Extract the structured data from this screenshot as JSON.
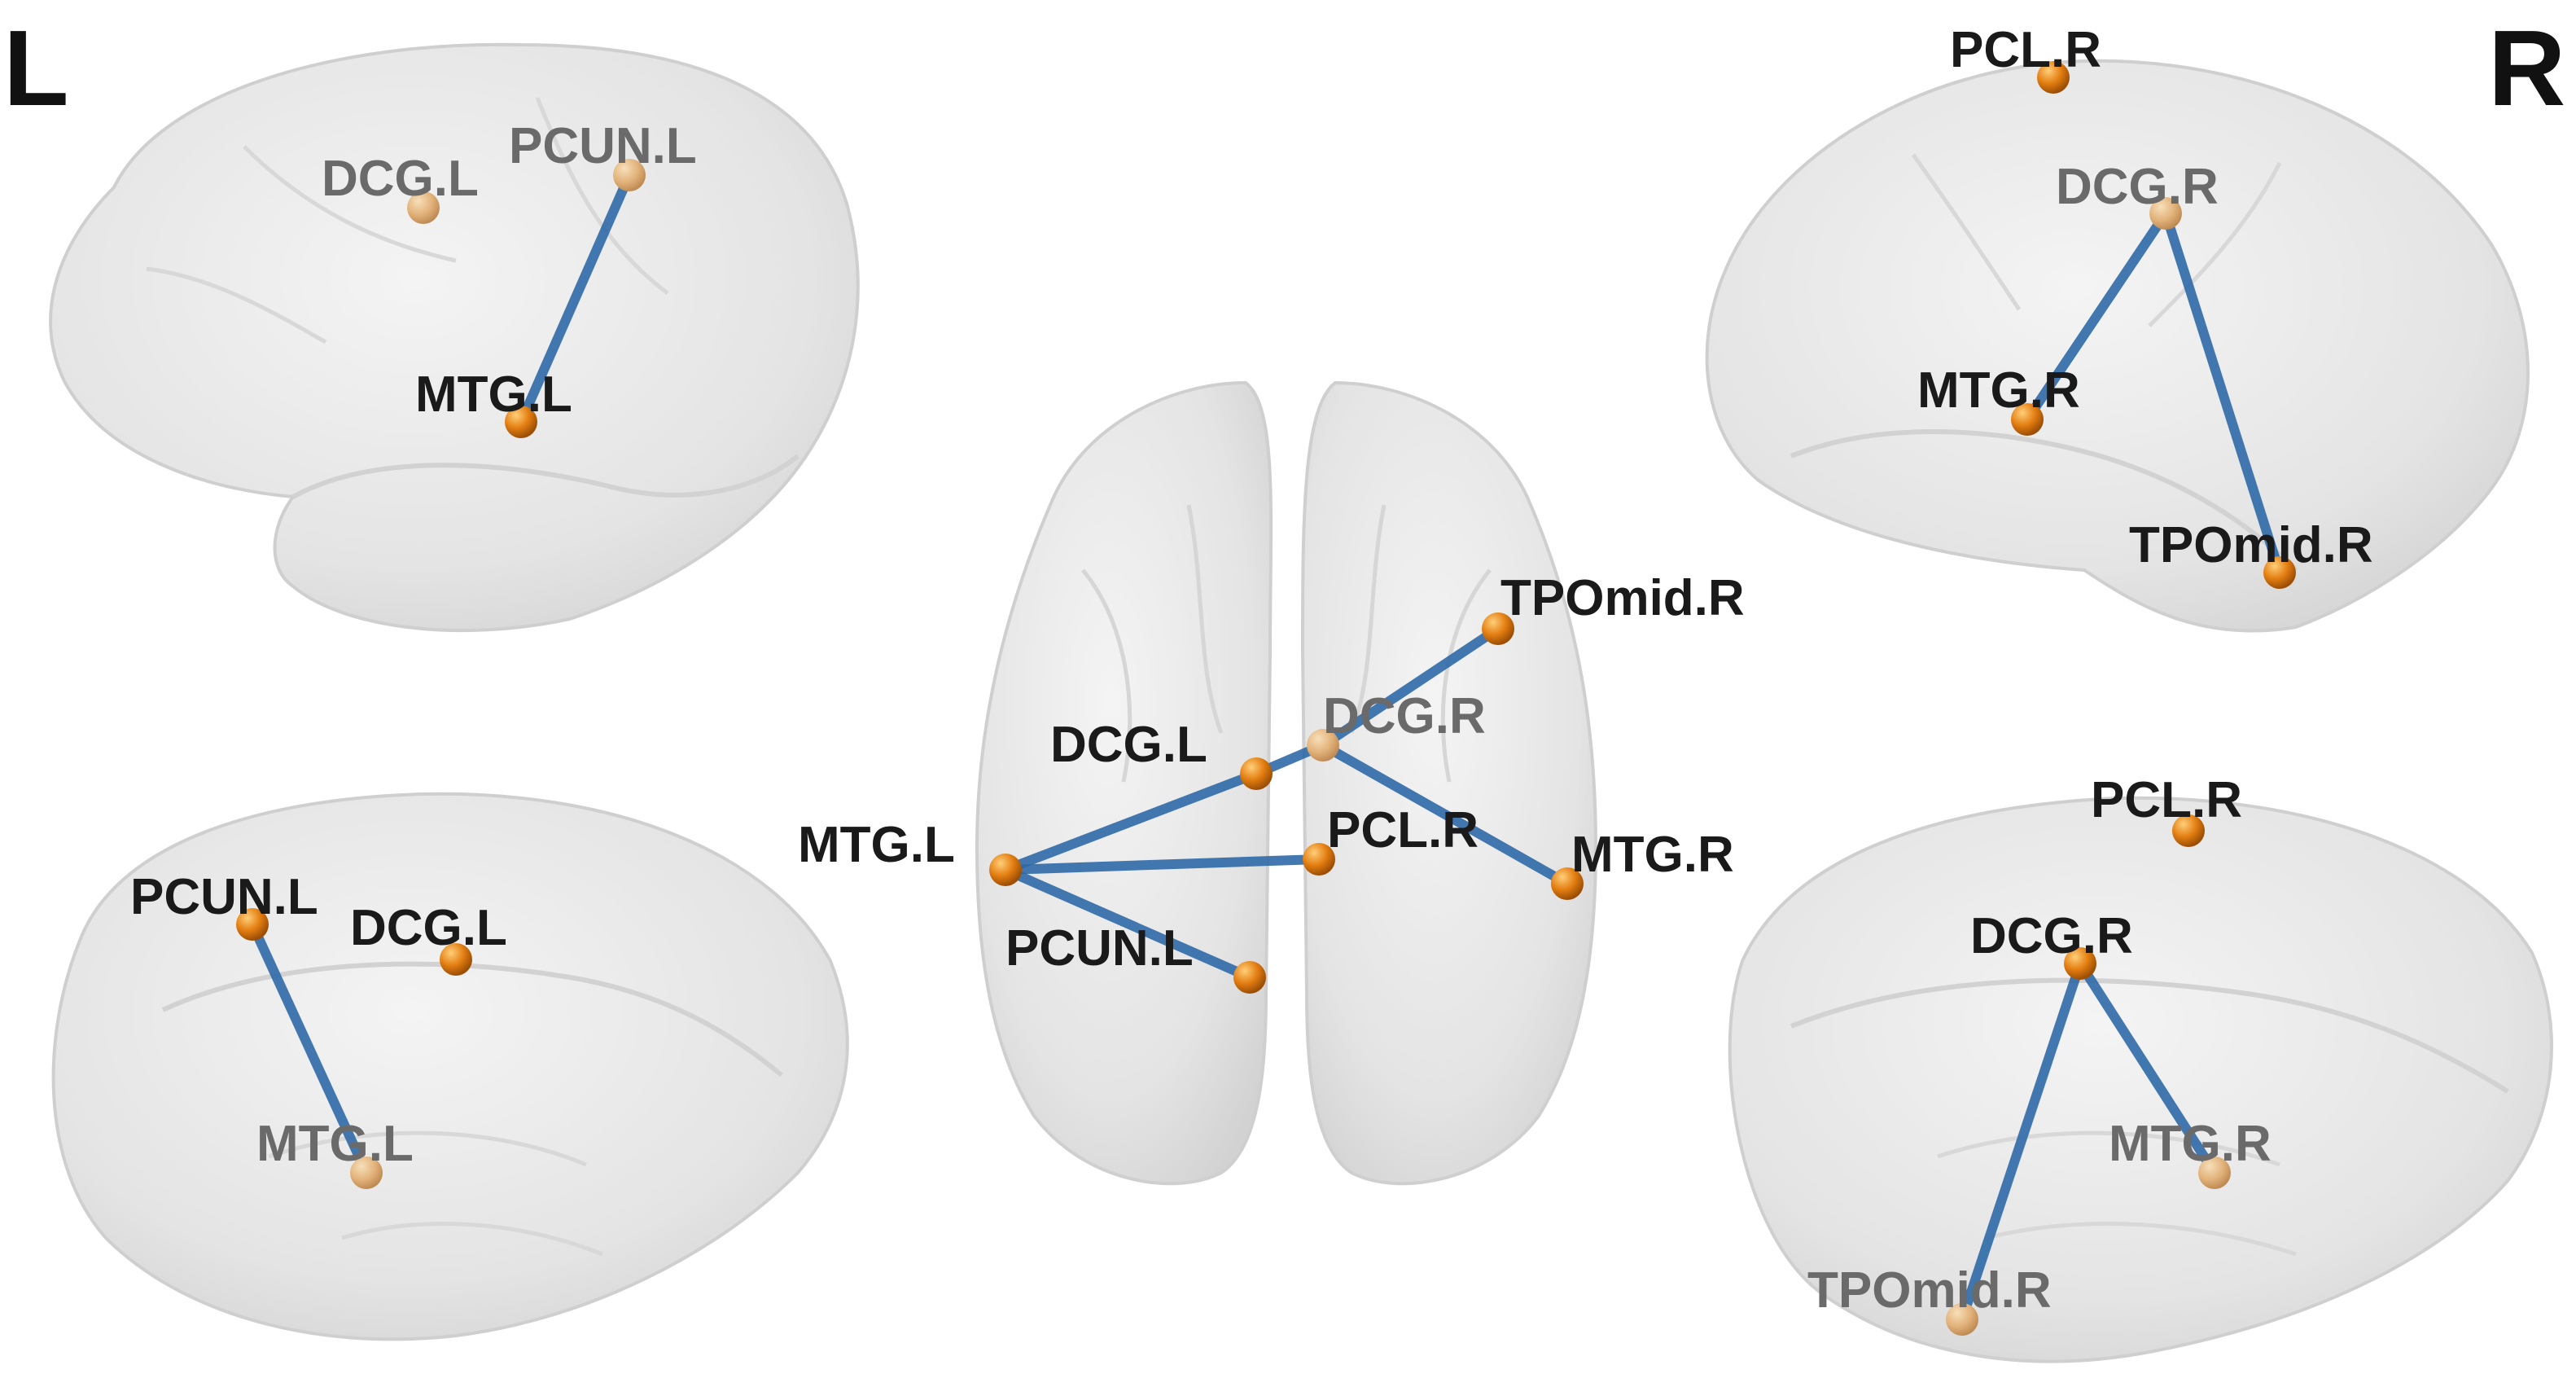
{
  "corner_labels": {
    "left": "L",
    "right": "R"
  },
  "colors": {
    "brain_fill": "#e8e8e8",
    "brain_edge": "#c9c9c9",
    "node": "#e07b10",
    "edge": "#2f6aa8",
    "label": "#1a1a1a",
    "label_faded": "#6a6a6a"
  },
  "views": [
    {
      "name": "left-lateral",
      "nodes": [
        {
          "id": "DCG.L",
          "label": "DCG.L",
          "faded": true
        },
        {
          "id": "PCUN.L",
          "label": "PCUN.L",
          "faded": true
        },
        {
          "id": "MTG.L",
          "label": "MTG.L",
          "faded": false
        }
      ],
      "edges": [
        [
          "PCUN.L",
          "MTG.L"
        ]
      ]
    },
    {
      "name": "left-medial",
      "nodes": [
        {
          "id": "PCUN.L",
          "label": "PCUN.L",
          "faded": false
        },
        {
          "id": "DCG.L",
          "label": "DCG.L",
          "faded": false
        },
        {
          "id": "MTG.L",
          "label": "MTG.L",
          "faded": true
        }
      ],
      "edges": [
        [
          "PCUN.L",
          "MTG.L"
        ]
      ]
    },
    {
      "name": "dorsal",
      "nodes": [
        {
          "id": "TPOmid.R",
          "label": "TPOmid.R",
          "faded": false
        },
        {
          "id": "DCG.L",
          "label": "DCG.L",
          "faded": false
        },
        {
          "id": "DCG.R",
          "label": "DCG.R",
          "faded": true
        },
        {
          "id": "MTG.L",
          "label": "MTG.L",
          "faded": false
        },
        {
          "id": "PCL.R",
          "label": "PCL.R",
          "faded": false
        },
        {
          "id": "MTG.R",
          "label": "MTG.R",
          "faded": false
        },
        {
          "id": "PCUN.L",
          "label": "PCUN.L",
          "faded": false
        }
      ],
      "edges": [
        [
          "MTG.L",
          "DCG.L"
        ],
        [
          "DCG.L",
          "DCG.R"
        ],
        [
          "DCG.R",
          "TPOmid.R"
        ],
        [
          "DCG.R",
          "MTG.R"
        ],
        [
          "MTG.L",
          "PCL.R"
        ],
        [
          "MTG.L",
          "PCUN.L"
        ]
      ]
    },
    {
      "name": "right-lateral",
      "nodes": [
        {
          "id": "PCL.R",
          "label": "PCL.R",
          "faded": false
        },
        {
          "id": "DCG.R",
          "label": "DCG.R",
          "faded": true
        },
        {
          "id": "MTG.R",
          "label": "MTG.R",
          "faded": false
        },
        {
          "id": "TPOmid.R",
          "label": "TPOmid.R",
          "faded": false
        }
      ],
      "edges": [
        [
          "DCG.R",
          "MTG.R"
        ],
        [
          "DCG.R",
          "TPOmid.R"
        ]
      ]
    },
    {
      "name": "right-medial",
      "nodes": [
        {
          "id": "PCL.R",
          "label": "PCL.R",
          "faded": false
        },
        {
          "id": "DCG.R",
          "label": "DCG.R",
          "faded": false
        },
        {
          "id": "MTG.R",
          "label": "MTG.R",
          "faded": true
        },
        {
          "id": "TPOmid.R",
          "label": "TPOmid.R",
          "faded": true
        }
      ],
      "edges": [
        [
          "DCG.R",
          "TPOmid.R"
        ],
        [
          "DCG.R",
          "MTG.R"
        ]
      ]
    }
  ]
}
